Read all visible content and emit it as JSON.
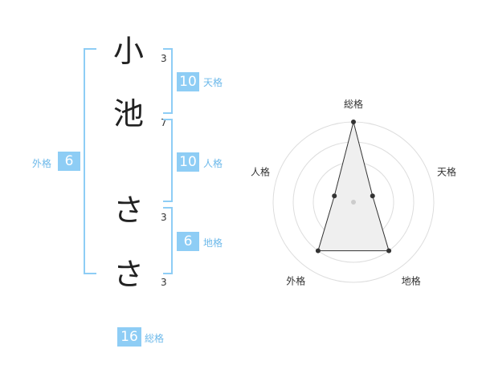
{
  "name_chars": [
    {
      "char": "小",
      "strokes": "3"
    },
    {
      "char": "池",
      "strokes": "7"
    },
    {
      "char": "さ",
      "strokes": "3"
    },
    {
      "char": "さ",
      "strokes": "3"
    }
  ],
  "kaku": {
    "tenkaku": {
      "value": "10",
      "label": "天格"
    },
    "jinkaku": {
      "value": "10",
      "label": "人格"
    },
    "chikaku": {
      "value": "6",
      "label": "地格"
    },
    "gaikaku": {
      "value": "6",
      "label": "外格"
    },
    "soukaku": {
      "value": "16",
      "label": "総格"
    }
  },
  "chart_data": {
    "type": "radar",
    "axes": [
      "総格",
      "天格",
      "地格",
      "外格",
      "人格"
    ],
    "values": [
      4,
      1,
      3,
      3,
      1
    ],
    "rmax": 4,
    "rings": 4,
    "colors": {
      "fill": "#efefef",
      "stroke": "#333333",
      "grid": "#dddddd",
      "center": "#cccccc"
    }
  }
}
